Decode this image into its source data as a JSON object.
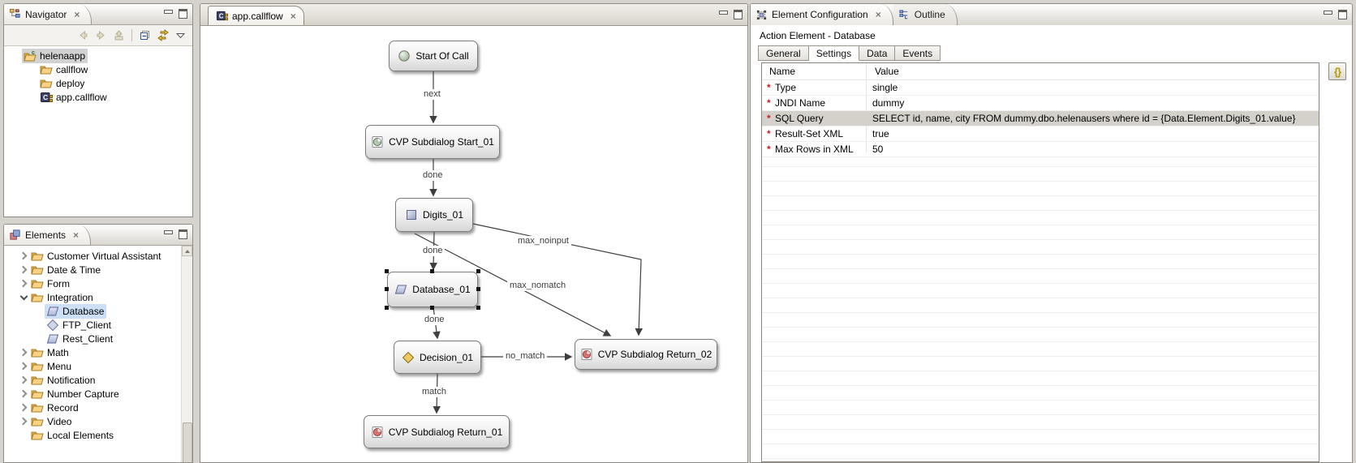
{
  "navigator": {
    "title": "Navigator",
    "toolbar_icons": [
      "back-icon",
      "forward-icon",
      "up-icon",
      "collapse-all-icon",
      "link-with-editor-icon",
      "view-menu-icon"
    ],
    "items": [
      {
        "label": "helenaapp",
        "icon": "project-folder-icon",
        "selected": true
      },
      {
        "label": "callflow",
        "icon": "folder-icon"
      },
      {
        "label": "deploy",
        "icon": "folder-icon"
      },
      {
        "label": "app.callflow",
        "icon": "callflow-file-icon"
      }
    ]
  },
  "elements_panel": {
    "title": "Elements",
    "items": [
      {
        "label": "Customer Virtual Assistant",
        "icon": "folder-icon",
        "state": "collapsed"
      },
      {
        "label": "Date & Time",
        "icon": "folder-icon",
        "state": "collapsed"
      },
      {
        "label": "Form",
        "icon": "folder-icon",
        "state": "collapsed"
      },
      {
        "label": "Integration",
        "icon": "folder-icon",
        "state": "expanded"
      },
      {
        "label": "Database",
        "icon": "parallelogram-icon",
        "child": true,
        "selected": true
      },
      {
        "label": "FTP_Client",
        "icon": "diamond-icon",
        "child": true
      },
      {
        "label": "Rest_Client",
        "icon": "parallelogram-icon",
        "child": true
      },
      {
        "label": "Math",
        "icon": "folder-icon",
        "state": "collapsed"
      },
      {
        "label": "Menu",
        "icon": "folder-icon",
        "state": "collapsed"
      },
      {
        "label": "Notification",
        "icon": "folder-icon",
        "state": "collapsed"
      },
      {
        "label": "Number Capture",
        "icon": "folder-icon",
        "state": "collapsed"
      },
      {
        "label": "Record",
        "icon": "folder-icon",
        "state": "collapsed"
      },
      {
        "label": "Video",
        "icon": "folder-icon",
        "state": "collapsed"
      },
      {
        "label": "Local Elements",
        "icon": "folder-icon",
        "state": "none"
      }
    ]
  },
  "editor": {
    "tab_label": "app.callflow"
  },
  "diagram": {
    "nodes": [
      {
        "label": "Start Of Call",
        "icon": "sphere-icon"
      },
      {
        "label": "CVP Subdialog Start_01",
        "icon": "page-green-icon"
      },
      {
        "label": "Digits_01",
        "icon": "square-icon"
      },
      {
        "label": "Database_01",
        "icon": "parallelogram-icon",
        "selected": true
      },
      {
        "label": "Decision_01",
        "icon": "gold-diamond-icon"
      },
      {
        "label": "CVP Subdialog Return_01",
        "icon": "page-red-icon"
      },
      {
        "label": "CVP Subdialog Return_02",
        "icon": "page-red-icon"
      }
    ],
    "edges": [
      "next",
      "done",
      "done",
      "done",
      "match",
      "no_match",
      "max_noinput",
      "max_nomatch"
    ]
  },
  "config": {
    "view_tab": "Element Configuration",
    "outline_tab": "Outline",
    "header": "Action Element - Database",
    "tabs": [
      "General",
      "Settings",
      "Data",
      "Events"
    ],
    "active_tab": "Settings",
    "required_marker": "*",
    "columns": [
      "Name",
      "Value"
    ],
    "rows": [
      {
        "name": "Type",
        "value": "single"
      },
      {
        "name": "JNDI Name",
        "value": "dummy"
      },
      {
        "name": "SQL Query",
        "value": "SELECT id, name, city FROM dummy.dbo.helenausers where id = {Data.Element.Digits_01.value}",
        "selected": true
      },
      {
        "name": "Result-Set XML",
        "value": "true"
      },
      {
        "name": "Max Rows in XML",
        "value": "50"
      }
    ]
  },
  "icons": {
    "close-icon": "×",
    "substitution-icon": "{}"
  },
  "colors": {
    "selection_blue": "#cbe0f6",
    "selection_gray": "#d2d2d2",
    "selected_row": "#d4d1ca",
    "required_red": "#d32020",
    "edge_line": "#3f3f3f"
  }
}
